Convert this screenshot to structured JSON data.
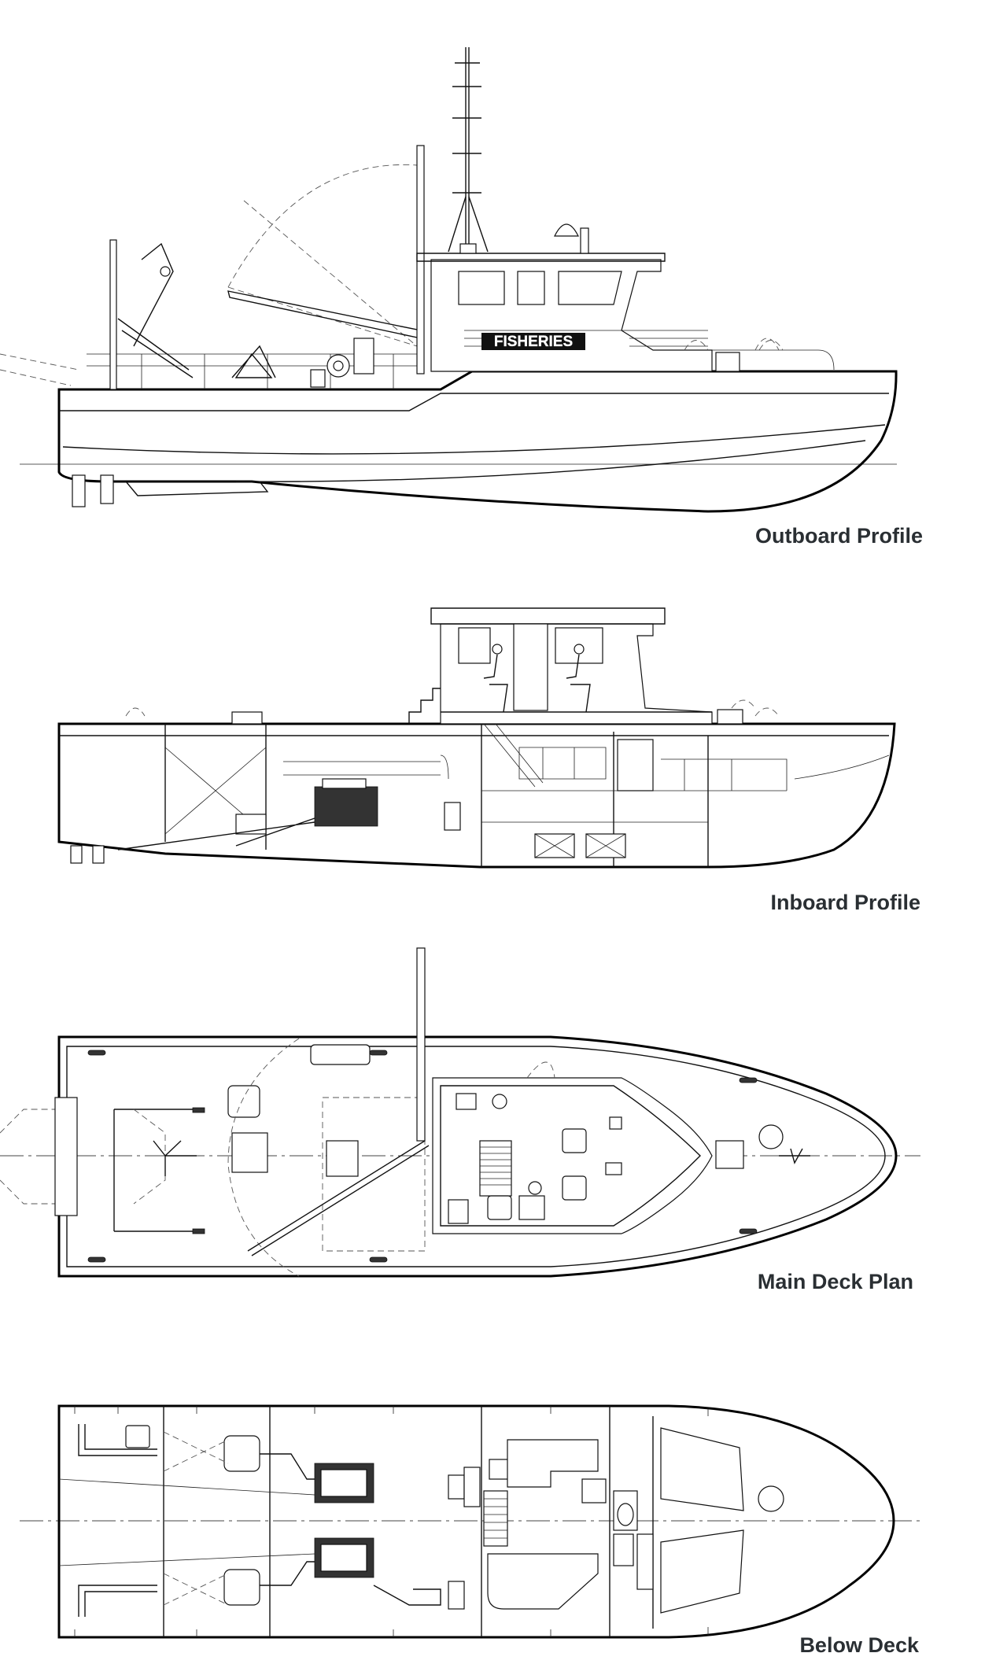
{
  "views": {
    "outboard": {
      "label": "Outboard Profile",
      "hull_lettering": "FISHERIES"
    },
    "inboard": {
      "label": "Inboard Profile"
    },
    "main_deck": {
      "label": "Main Deck Plan"
    },
    "below_deck": {
      "label": "Below Deck"
    }
  }
}
